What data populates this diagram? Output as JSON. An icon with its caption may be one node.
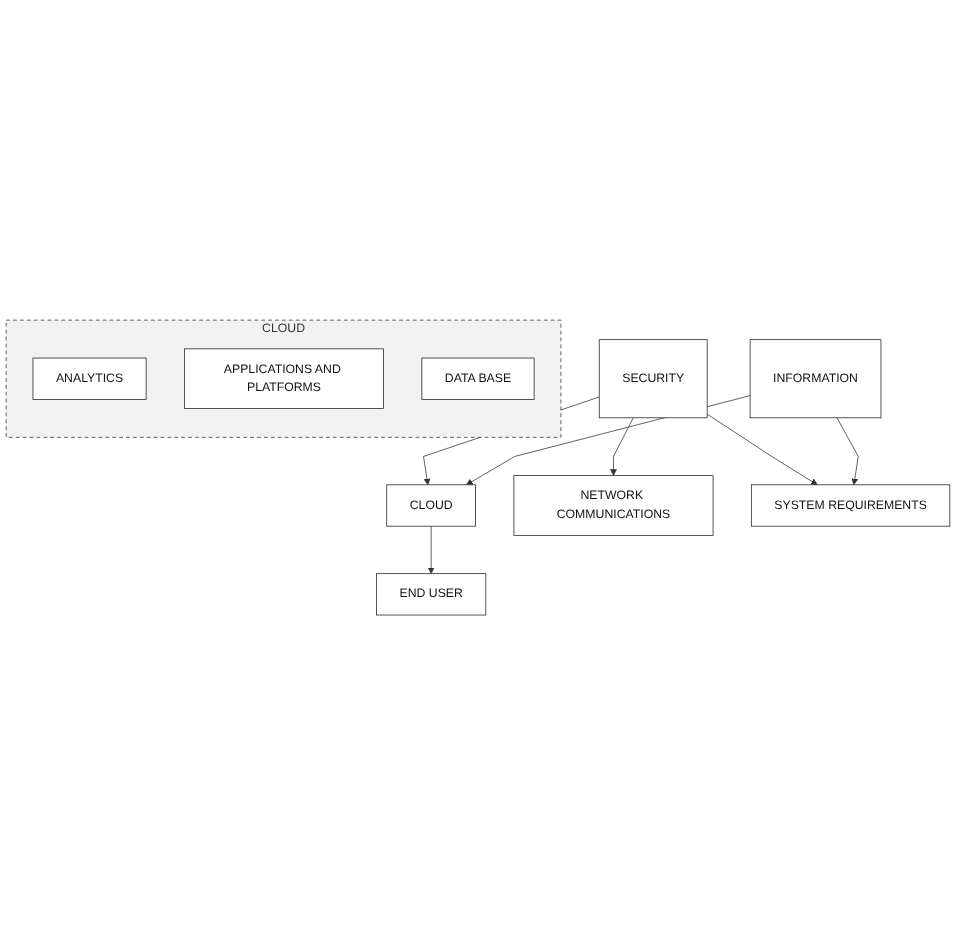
{
  "diagram": {
    "nodes": [
      {
        "text": [
          "END USER"
        ]
      },
      {
        "text": [
          "CLOUD"
        ]
      },
      {
        "text": [
          "SECURITY"
        ]
      },
      {
        "text": [
          "INFORMATION"
        ]
      },
      {
        "text": [
          "CLOUD"
        ]
      },
      {
        "text": [
          "ANALYTICS"
        ],
        "in": 4
      },
      {
        "text": [
          "APPLICATIONS AND PLATFORMS"
        ],
        "in": 4
      },
      {
        "text": [
          "DATA BASE"
        ],
        "in": 4
      },
      {
        "text": [
          "NETWORK COMMUNICATIONS"
        ]
      },
      {
        "text": [
          "SYSTEM REQUIREMENTS"
        ]
      }
    ],
    "edges": [
      {
        "from": 1,
        "to": 0,
        "arrow": "to"
      },
      {
        "from": 2,
        "to": 1,
        "arrow": "to"
      },
      {
        "from": 3,
        "to": 1,
        "arrow": "to"
      },
      {
        "from": 2,
        "to": 8,
        "arrow": "to"
      },
      {
        "from": 2,
        "to": 9,
        "arrow": "to"
      },
      {
        "from": 3,
        "to": 9,
        "arrow": "to"
      }
    ]
  }
}
